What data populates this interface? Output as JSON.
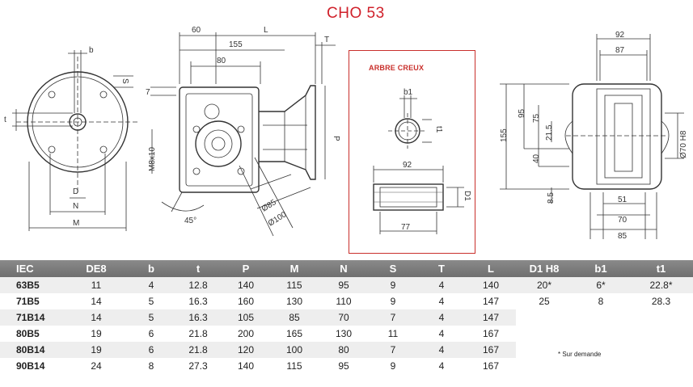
{
  "title": "CHO 53",
  "section_label": "ARBRE CREUX",
  "dims": {
    "front": {
      "b": "b",
      "s": "S",
      "t": "t",
      "d": "D",
      "n": "N",
      "m": "M"
    },
    "side": {
      "d60": "60",
      "l": "L",
      "t": "T",
      "d155": "155",
      "d80": "80",
      "d7": "7",
      "m8x10": "M8x10",
      "p": "P",
      "d45": "45°",
      "d85": "Ø85",
      "d100": "Ø100"
    },
    "shaft": {
      "b1": "b1",
      "t1": "t1",
      "d92": "92",
      "d1": "D1",
      "d77": "77"
    },
    "right": {
      "d92": "92",
      "d87": "87",
      "d155": "155",
      "d95": "95",
      "d75": "75",
      "d215": "21.5",
      "d40": "40",
      "d85s": "8.5",
      "d70h8": "Ø70 H8",
      "d51": "51",
      "d70": "70",
      "d85": "85"
    }
  },
  "table": {
    "headers": [
      "IEC",
      "DE8",
      "b",
      "t",
      "P",
      "M",
      "N",
      "S",
      "T",
      "L",
      "D1 H8",
      "b1",
      "t1"
    ],
    "rows": [
      [
        "63B5",
        "11",
        "4",
        "12.8",
        "140",
        "115",
        "95",
        "9",
        "4",
        "140",
        "20*",
        "6*",
        "22.8*"
      ],
      [
        "71B5",
        "14",
        "5",
        "16.3",
        "160",
        "130",
        "110",
        "9",
        "4",
        "147",
        "25",
        "8",
        "28.3"
      ],
      [
        "71B14",
        "14",
        "5",
        "16.3",
        "105",
        "85",
        "70",
        "7",
        "4",
        "147",
        "",
        "",
        ""
      ],
      [
        "80B5",
        "19",
        "6",
        "21.8",
        "200",
        "165",
        "130",
        "11",
        "4",
        "167",
        "",
        "",
        ""
      ],
      [
        "80B14",
        "19",
        "6",
        "21.8",
        "120",
        "100",
        "80",
        "7",
        "4",
        "167",
        "",
        "",
        ""
      ],
      [
        "90B14",
        "24",
        "8",
        "27.3",
        "140",
        "115",
        "95",
        "9",
        "4",
        "167",
        "",
        "",
        ""
      ]
    ]
  },
  "note": "* Sur demande"
}
